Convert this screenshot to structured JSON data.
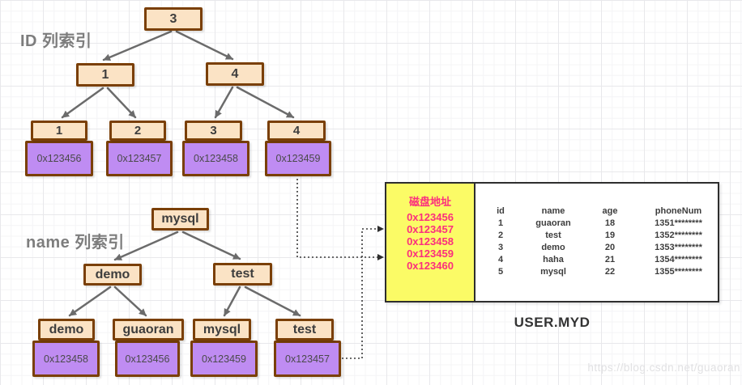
{
  "page": {
    "watermark": "https://blog.csdn.net/guaoran"
  },
  "colors": {
    "node_fill": "#fbe3c5",
    "node_border": "#7a3f06",
    "address_fill": "#bf8cf2",
    "disk_panel_fill": "#fbfb66",
    "disk_text": "#fb2e7e",
    "edge_gray": "#6b6b6b",
    "pointer_dark": "#333333"
  },
  "id_index": {
    "label": "ID 列索引",
    "root": "3",
    "internal": [
      "1",
      "4"
    ],
    "leaves": [
      {
        "key": "1",
        "addr": "0x123456"
      },
      {
        "key": "2",
        "addr": "0x123457"
      },
      {
        "key": "3",
        "addr": "0x123458"
      },
      {
        "key": "4",
        "addr": "0x123459"
      }
    ]
  },
  "name_index": {
    "label": "name 列索引",
    "root": "mysql",
    "internal": [
      "demo",
      "test"
    ],
    "leaves": [
      {
        "key": "demo",
        "addr": "0x123458"
      },
      {
        "key": "guaoran",
        "addr": "0x123456"
      },
      {
        "key": "mysql",
        "addr": "0x123459"
      },
      {
        "key": "test",
        "addr": "0x123457"
      }
    ]
  },
  "pointers": [
    {
      "from_index": "id_index",
      "from_leaf_addr": "0x123459",
      "to_disk_address": "0x123459"
    },
    {
      "from_index": "name_index",
      "from_leaf_addr": "0x123457",
      "to_disk_address": "0x123457"
    }
  ],
  "table": {
    "caption": "USER.MYD",
    "disk_address_header": "磁盘地址",
    "disk_addresses": [
      "0x123456",
      "0x123457",
      "0x123458",
      "0x123459",
      "0x123460"
    ],
    "columns": [
      "id",
      "name",
      "age",
      "phoneNum"
    ],
    "rows": [
      [
        "1",
        "guaoran",
        "18",
        "1351********"
      ],
      [
        "2",
        "test",
        "19",
        "1352********"
      ],
      [
        "3",
        "demo",
        "20",
        "1353********"
      ],
      [
        "4",
        "haha",
        "21",
        "1354********"
      ],
      [
        "5",
        "mysql",
        "22",
        "1355********"
      ]
    ]
  }
}
